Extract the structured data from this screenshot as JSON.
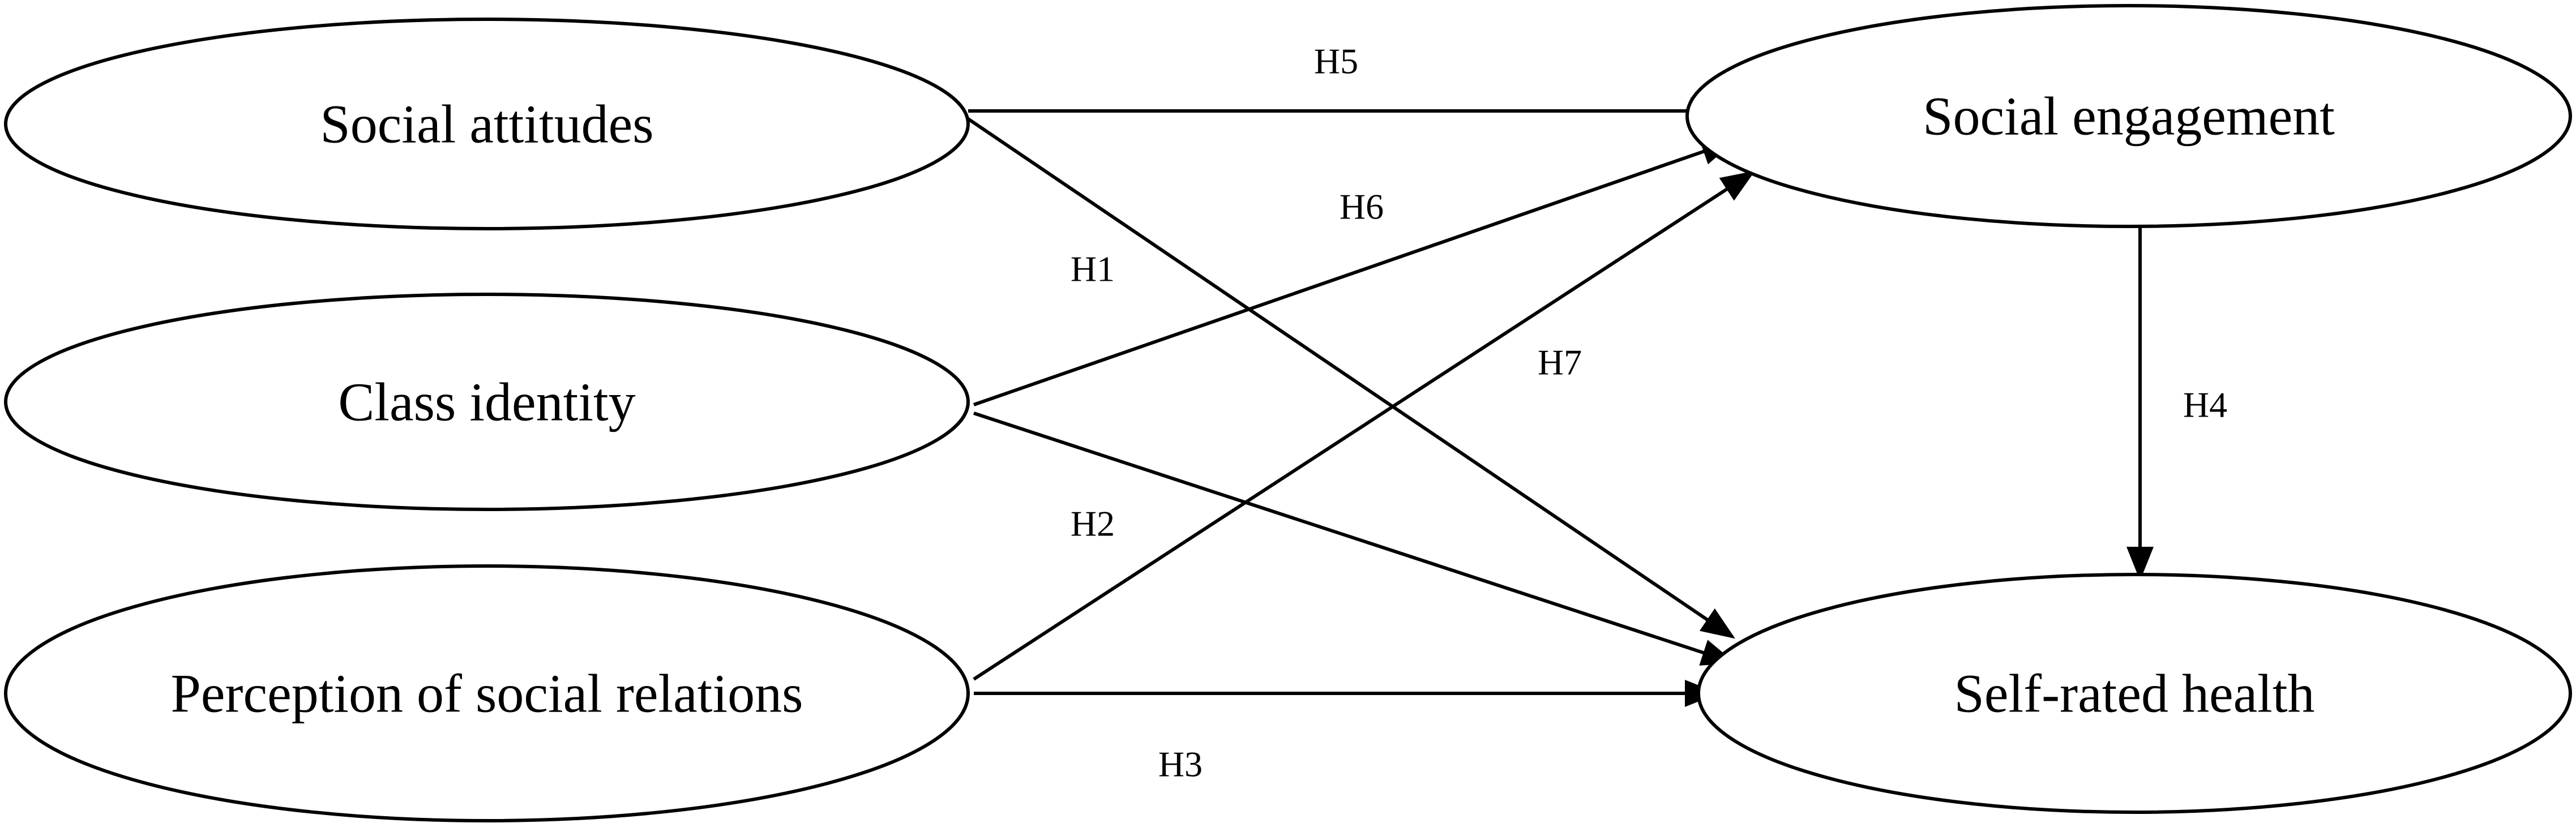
{
  "nodes": {
    "social_attitudes": "Social attitudes",
    "class_identity": "Class identity",
    "perception_social_relations": "Perception of social relations",
    "social_engagement": "Social engagement",
    "self_rated_health": "Self-rated health"
  },
  "edges": [
    {
      "label": "H5",
      "from": "Social attitudes",
      "to": "Social engagement"
    },
    {
      "label": "H1",
      "from": "Social attitudes",
      "to": "Self-rated health"
    },
    {
      "label": "H6",
      "from": "Class identity",
      "to": "Social engagement"
    },
    {
      "label": "H2",
      "from": "Class identity",
      "to": "Self-rated health"
    },
    {
      "label": "H7",
      "from": "Perception of social relations",
      "to": "Social engagement"
    },
    {
      "label": "H3",
      "from": "Perception of social relations",
      "to": "Self-rated health"
    },
    {
      "label": "H4",
      "from": "Social engagement",
      "to": "Self-rated health"
    }
  ]
}
